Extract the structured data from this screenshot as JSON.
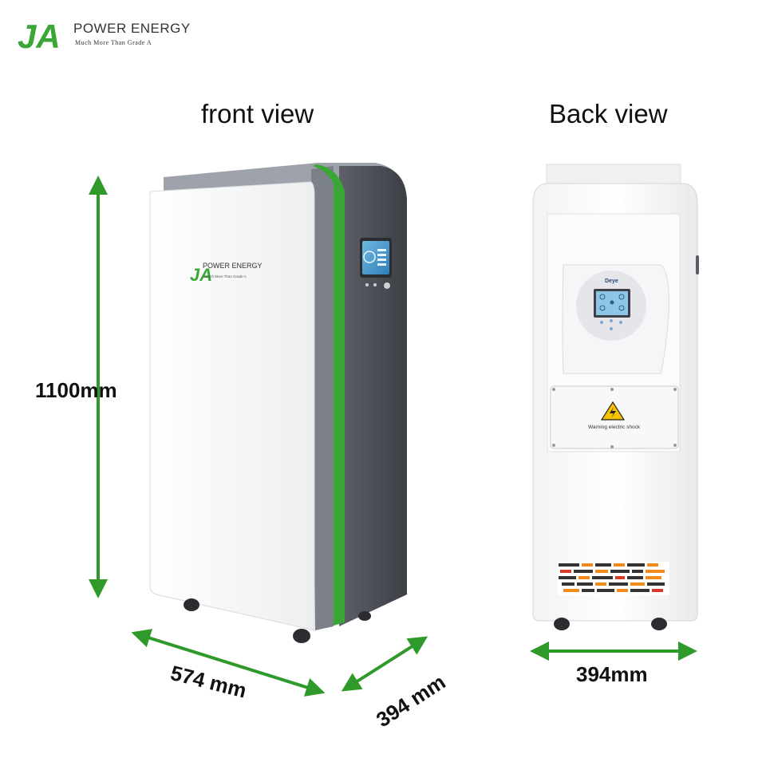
{
  "brand": {
    "logo_letters": "JA",
    "name": "POWER ENERGY",
    "tagline": "Much More Than Grade A",
    "colors": {
      "green": "#3aa635",
      "arrow_green": "#2f9a2a"
    }
  },
  "views": {
    "front_title": "front view",
    "back_title": "Back view"
  },
  "front_unit": {
    "panel_logo_letters": "JA",
    "panel_logo_name": "POWER ENERGY",
    "panel_logo_tagline": "Much More Than Grade A"
  },
  "back_unit": {
    "inverter_brand": "Deye",
    "warning_text": "Warning electric shock"
  },
  "dimensions": {
    "height": "1100mm",
    "width": "574 mm",
    "depth": "394 mm",
    "back_width": "394mm"
  }
}
